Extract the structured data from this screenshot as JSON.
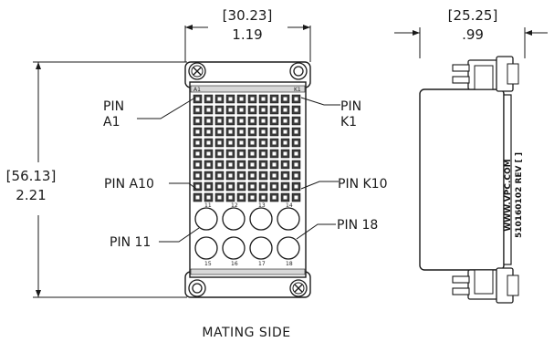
{
  "dimensions": {
    "width_mm": "[30.23]",
    "width_in": "1.19",
    "depth_mm": "[25.25]",
    "depth_in": ".99",
    "height_mm": "[56.13]",
    "height_in": "2.21"
  },
  "callouts": {
    "pin_a1_line1": "PIN",
    "pin_a1_line2": "A1",
    "pin_k1_line1": "PIN",
    "pin_k1_line2": "K1",
    "pin_a10": "PIN A10",
    "pin_k10": "PIN K10",
    "pin_11": "PIN 11",
    "pin_18": "PIN 18"
  },
  "face_markings": {
    "a1": "A1",
    "k1": "K1",
    "c11": "11",
    "c12": "12",
    "c13": "13",
    "c14": "14",
    "c15": "15",
    "c16": "16",
    "c17": "17",
    "c18": "18"
  },
  "side_marking": {
    "line1": "WWW.VPC.COM",
    "line2": "510160102  REV [ ]"
  },
  "caption": "MATING SIDE",
  "colors": {
    "line": "#1a1a1a",
    "body_fill": "#ffffff",
    "grid_fill": "#3a3a3a",
    "hatch": "#555555"
  }
}
